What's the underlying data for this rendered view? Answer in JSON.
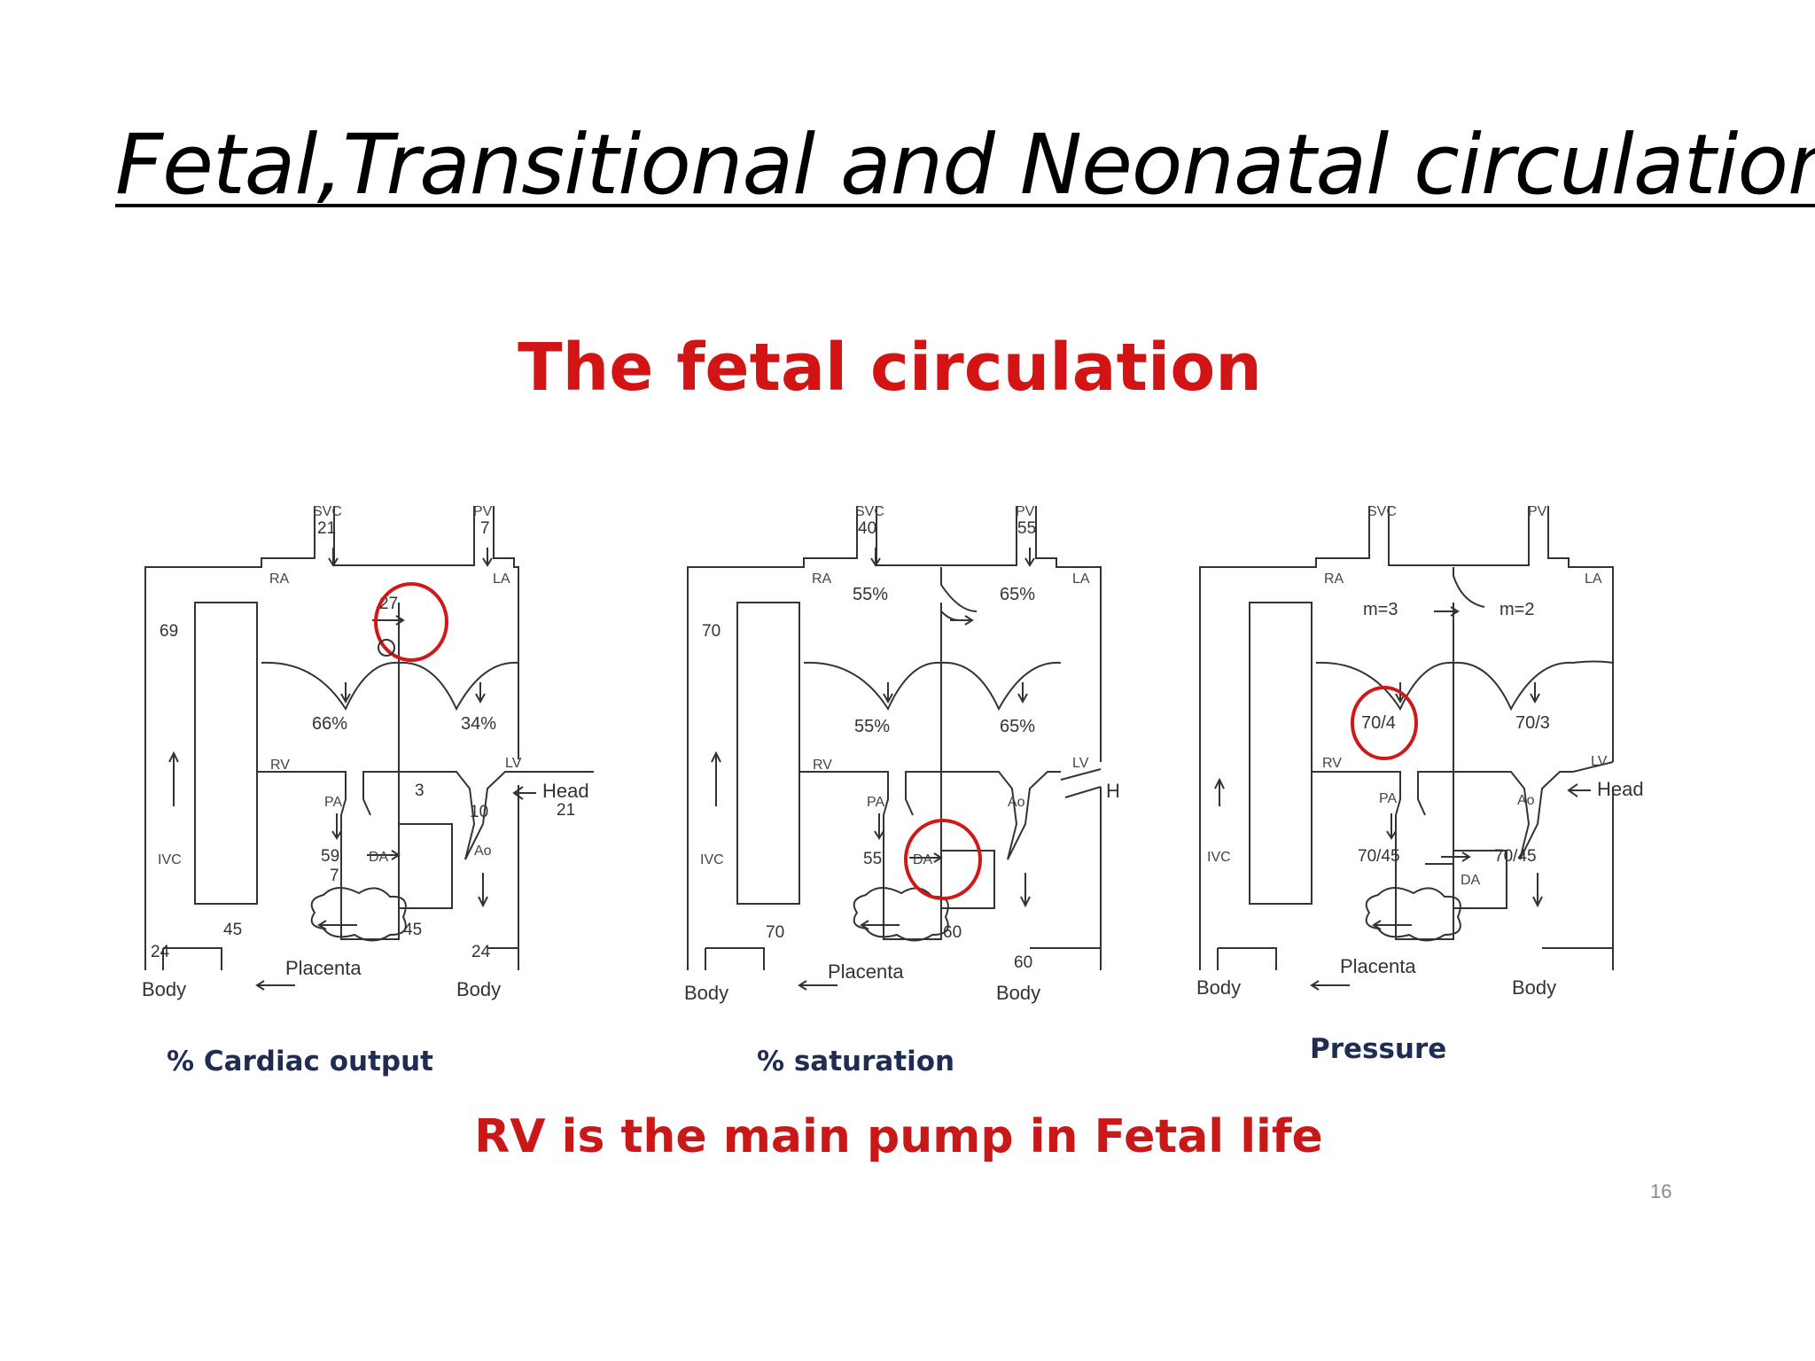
{
  "slide": {
    "title": "Fetal,Transitional and Neonatal circulation",
    "title_suffix": ":",
    "figure_title": "The fetal circulation",
    "footer": "RV is the main pump in Fetal life",
    "page_number": "16",
    "colors": {
      "red": "#d21414",
      "navy": "#1f2d55"
    }
  },
  "labels": {
    "svc": "SVC",
    "pv": "PV",
    "ra": "RA",
    "la": "LA",
    "rv": "RV",
    "lv": "LV",
    "pa": "PA",
    "ao": "Ao",
    "da": "DA",
    "ivc": "IVC",
    "placenta": "Placenta",
    "body": "Body",
    "head": "Head",
    "head_cut": "Hea"
  },
  "panels": {
    "cardiac_output": {
      "caption": "% Cardiac output",
      "svc": "21",
      "pv": "7",
      "ivc_top": "69",
      "fo": "27",
      "rv_pct": "66%",
      "lv_pct": "34%",
      "pa": "59",
      "lungs": "7",
      "isthmus": "3",
      "aortic_arch": "10",
      "head": "21",
      "placenta_left": "45",
      "placenta_right": "45",
      "body_left": "24",
      "body_right": "24"
    },
    "saturation": {
      "caption": "% saturation",
      "svc": "40",
      "pv": "55",
      "ivc_top": "70",
      "ra_pct": "55%",
      "la_pct": "65%",
      "rv_pct": "55%",
      "lv_pct": "65%",
      "pa": "55",
      "placenta_left": "70",
      "placenta_right": "60",
      "body_right": "60"
    },
    "pressure": {
      "caption": "Pressure",
      "ra": "m=3",
      "la": "m=2",
      "rv": "70/4",
      "lv": "70/3",
      "pa": "70/45",
      "ao": "70/45"
    }
  }
}
